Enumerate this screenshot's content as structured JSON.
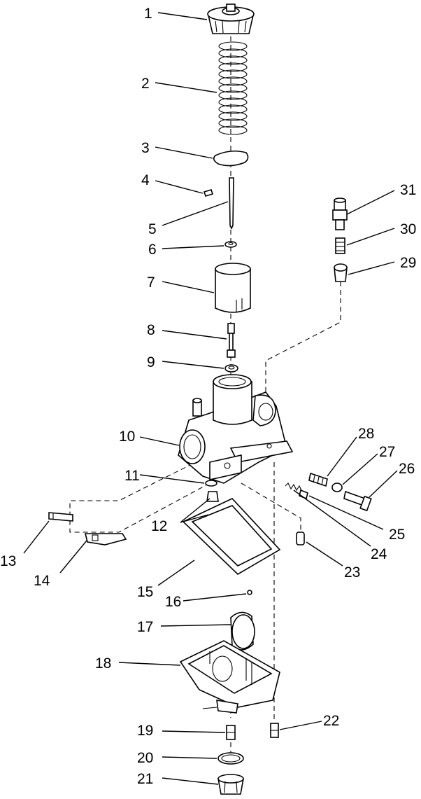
{
  "diagram": {
    "type": "exploded-parts-view",
    "callouts": [
      "1",
      "2",
      "3",
      "4",
      "5",
      "6",
      "7",
      "8",
      "9",
      "10",
      "11",
      "12",
      "13",
      "14",
      "15",
      "16",
      "17",
      "18",
      "19",
      "20",
      "21",
      "22",
      "23",
      "24",
      "25",
      "26",
      "27",
      "28",
      "29",
      "30",
      "31"
    ]
  }
}
